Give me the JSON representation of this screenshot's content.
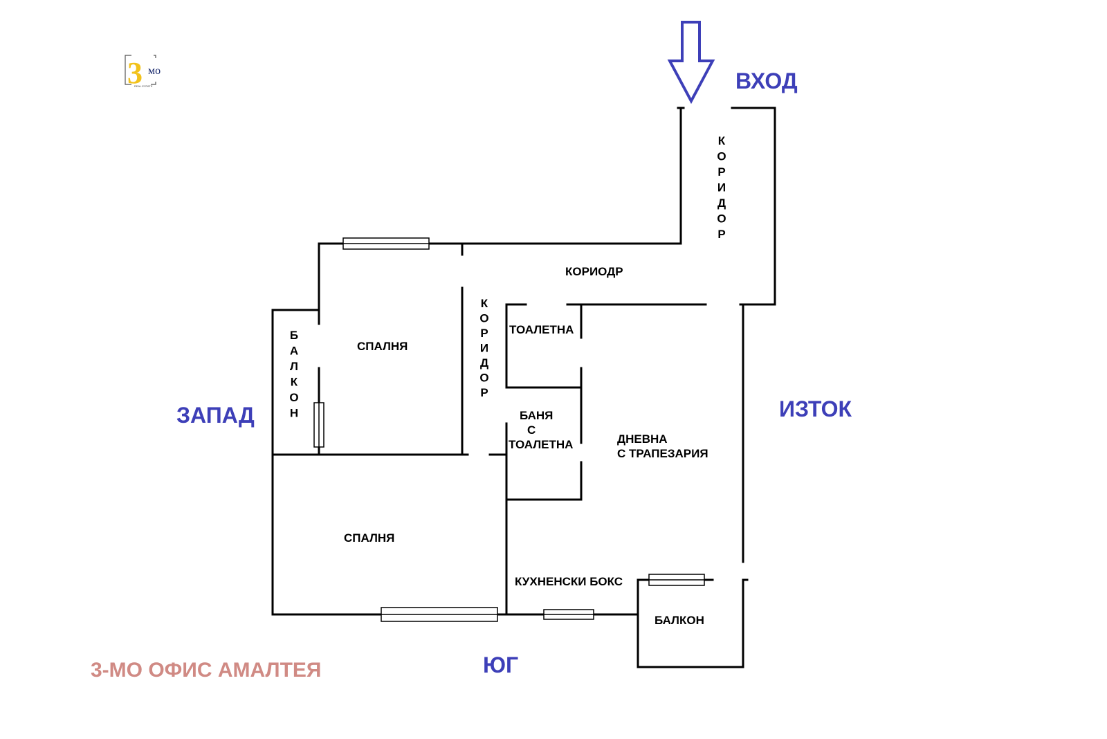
{
  "logo": {
    "digit": "3",
    "suffix": "мо",
    "tagline": "REAL ESTATE"
  },
  "entrance": {
    "label": "ВХОД",
    "icon": "down-arrow-icon"
  },
  "directions": {
    "west": "ЗАПАД",
    "east": "ИЗТОК",
    "south": "ЮГ"
  },
  "office": "3-МО ОФИС АМАЛТЕЯ",
  "rooms": {
    "corridor_main": "КОРИОДР",
    "corridor_entrance_vertical": [
      "К",
      "О",
      "Р",
      "И",
      "Д",
      "О",
      "Р"
    ],
    "corridor_inner_vertical": [
      "К",
      "О",
      "Р",
      "И",
      "Д",
      "О",
      "Р"
    ],
    "balcony_west_vertical": [
      "Б",
      "А",
      "Л",
      "К",
      "О",
      "Н"
    ],
    "bedroom_1": "СПАЛНЯ",
    "bedroom_2": "СПАЛНЯ",
    "toilet": "ТОАЛЕТНА",
    "bath": [
      "БАНЯ",
      "С",
      "ТОАЛЕТНА"
    ],
    "living": [
      "ДНЕВНА",
      "С ТРАПЕЗАРИЯ"
    ],
    "kitchen": "КУХНЕНСКИ БОКС",
    "balcony_south": "БАЛКОН"
  },
  "colors": {
    "directions": "#3d3fb8",
    "office": "#d08a84",
    "walls": "#000000",
    "logo_gold": "#f2c21b",
    "logo_navy": "#1a2a6e"
  }
}
